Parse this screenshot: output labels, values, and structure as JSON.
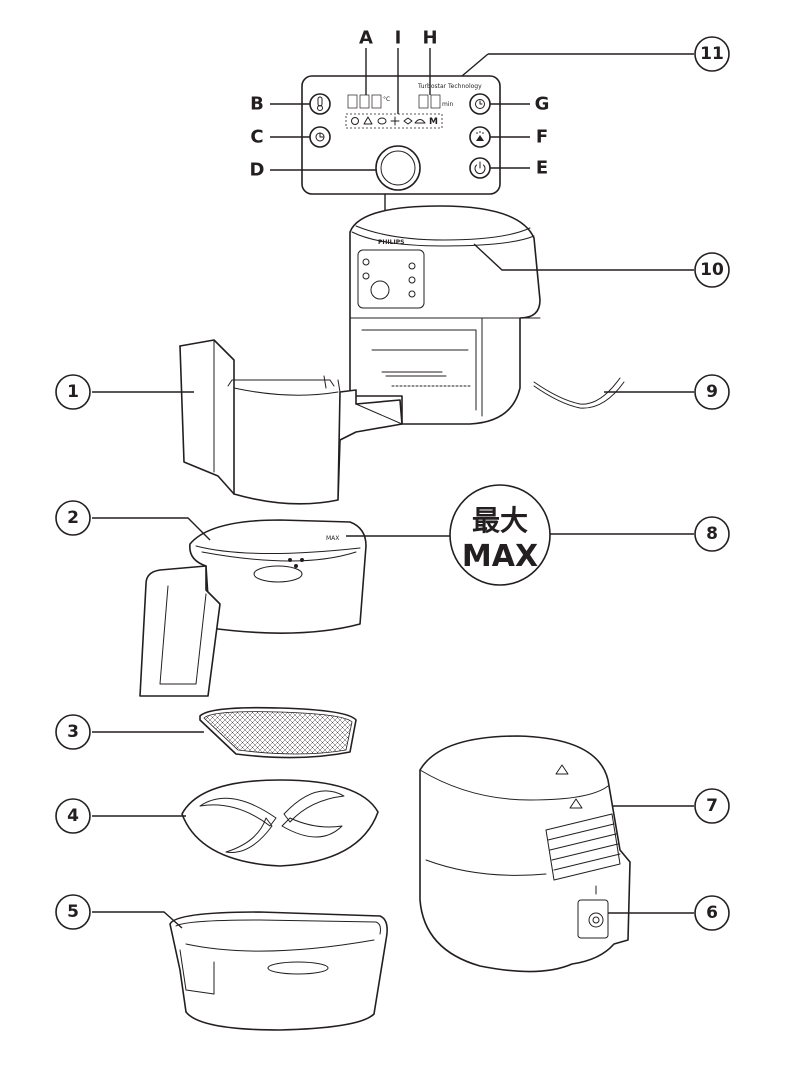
{
  "panel": {
    "brand": "Turbostar Technology",
    "temp_unit": "°C",
    "time_unit": "min",
    "menu_letter": "M",
    "device_brand": "PHILIPS",
    "basket_mark": "MAX"
  },
  "letter_labels": {
    "A": "A",
    "B": "B",
    "C": "C",
    "D": "D",
    "E": "E",
    "F": "F",
    "G": "G",
    "H": "H",
    "I": "I"
  },
  "number_callouts": {
    "n1": "1",
    "n2": "2",
    "n3": "3",
    "n4": "4",
    "n5": "5",
    "n6": "6",
    "n7": "7",
    "n8": "8",
    "n9": "9",
    "n10": "10",
    "n11": "11"
  },
  "max_badge": {
    "chinese": "最大",
    "english": "MAX"
  },
  "icons": [
    "thermometer-icon",
    "preset-icon",
    "knob-icon",
    "power-icon",
    "keep-warm-icon",
    "timer-icon",
    "warning-triangle-icon"
  ]
}
